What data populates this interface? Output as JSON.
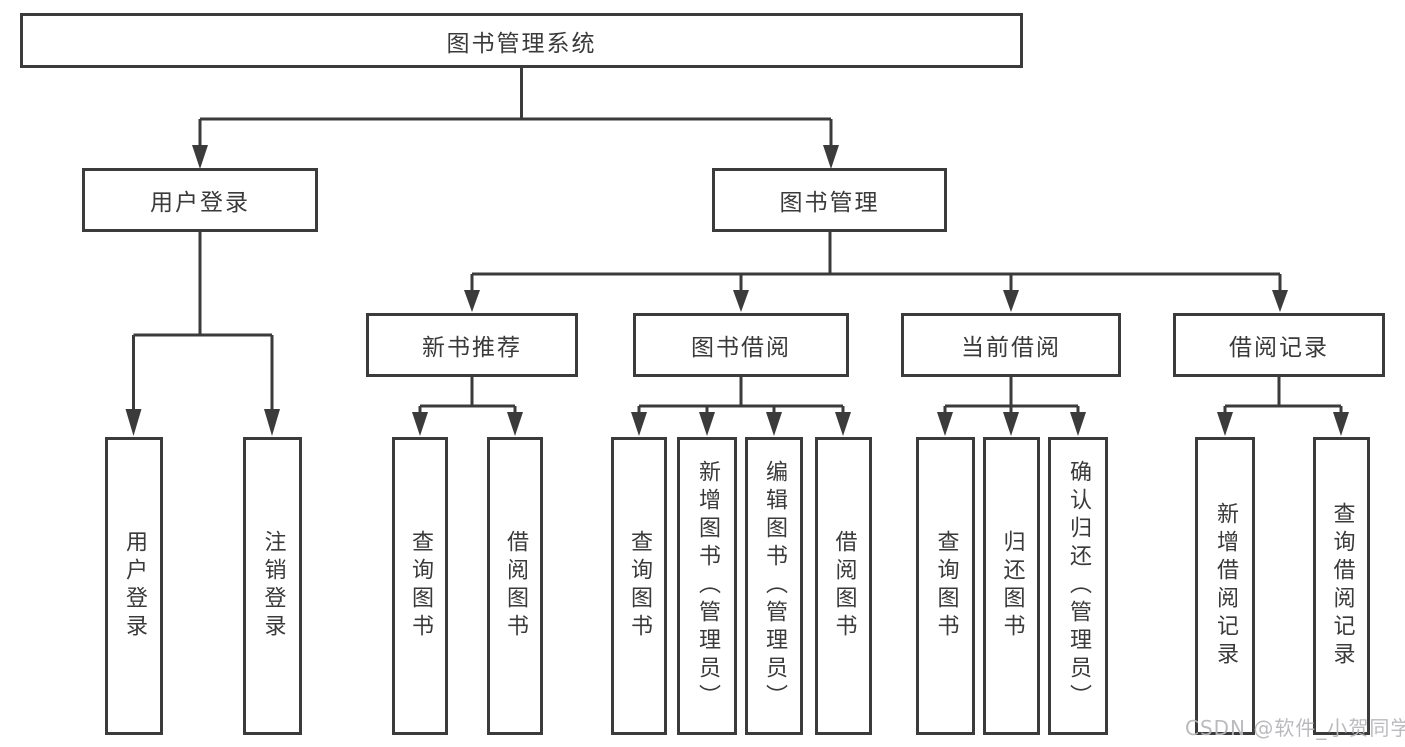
{
  "tree": {
    "label": "图书管理系统",
    "children": [
      {
        "label": "用户登录",
        "children": [
          {
            "label": "用户登录"
          },
          {
            "label": "注销登录"
          }
        ]
      },
      {
        "label": "图书管理",
        "children": [
          {
            "label": "新书推荐",
            "children": [
              {
                "label": "查询图书"
              },
              {
                "label": "借阅图书"
              }
            ]
          },
          {
            "label": "图书借阅",
            "children": [
              {
                "label": "查询图书"
              },
              {
                "label": "新增图书（管理员）"
              },
              {
                "label": "编辑图书（管理员）"
              },
              {
                "label": "借阅图书"
              }
            ]
          },
          {
            "label": "当前借阅",
            "children": [
              {
                "label": "查询图书"
              },
              {
                "label": "归还图书"
              },
              {
                "label": "确认归还（管理员）"
              }
            ]
          },
          {
            "label": "借阅记录",
            "children": [
              {
                "label": "新增借阅记录"
              },
              {
                "label": "查询借阅记录"
              }
            ]
          }
        ]
      }
    ]
  },
  "watermark": {
    "text": "CSDN @软件_小贺同学"
  },
  "colors": {
    "line": "#3b3b3b",
    "box_border": "#3b3b3b",
    "text": "#3a3a3a",
    "watermark": "#b7b7bc",
    "background": "#ffffff"
  }
}
